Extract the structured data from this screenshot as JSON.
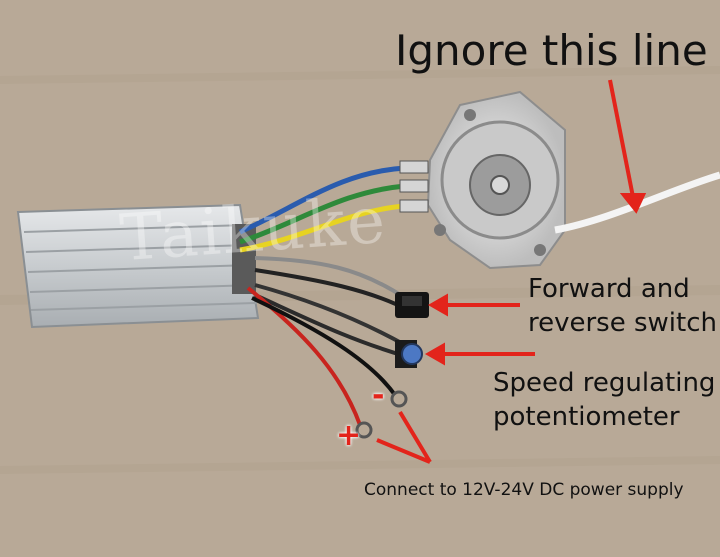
{
  "watermark": "Taikuke",
  "labels": {
    "ignore": "Ignore this line",
    "forward_reverse": "Forward and\nreverse switch",
    "speed": "Speed regulating\npotentiometer",
    "power": "Connect to 12V-24V DC power supply",
    "minus": "-",
    "plus": "+"
  },
  "colors": {
    "arrow": "#e3241b",
    "background": "#b9aa99"
  }
}
